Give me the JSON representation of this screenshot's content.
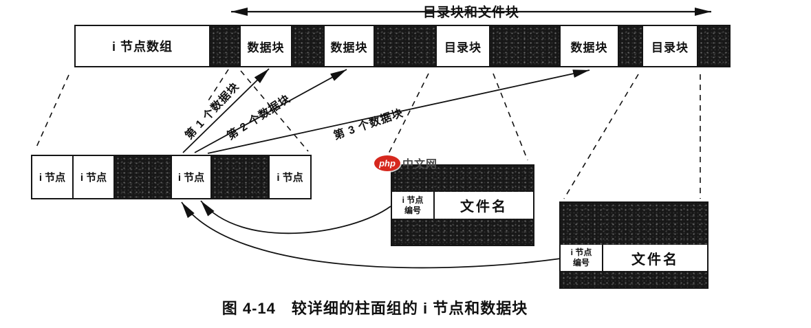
{
  "header": {
    "span_label": "目录块和文件块"
  },
  "cylinder_row": {
    "labels": {
      "inode_array": "i 节点数组",
      "data1": "数据块",
      "data2": "数据块",
      "dir1": "目录块",
      "data3": "数据块",
      "dir2": "目录块"
    }
  },
  "inode_row": {
    "labels": [
      "i 节点",
      "i 节点",
      "i 节点",
      "i 节点"
    ]
  },
  "pointer_labels": {
    "first": "第 1 个数据块",
    "second": "第 2 个数据块",
    "third": "第 3 个数据块"
  },
  "dir_table": {
    "inode_col_line1": "i 节点",
    "inode_col_line2": "编号",
    "filename_col": "文件名"
  },
  "watermark": {
    "badge": "php",
    "site": "中文网",
    "badge_color": "#d6281e"
  },
  "caption": "图 4-14　较详细的柱面组的 i 节点和数据块",
  "colors": {
    "ink": "#151515",
    "paper": "#ffffff"
  }
}
